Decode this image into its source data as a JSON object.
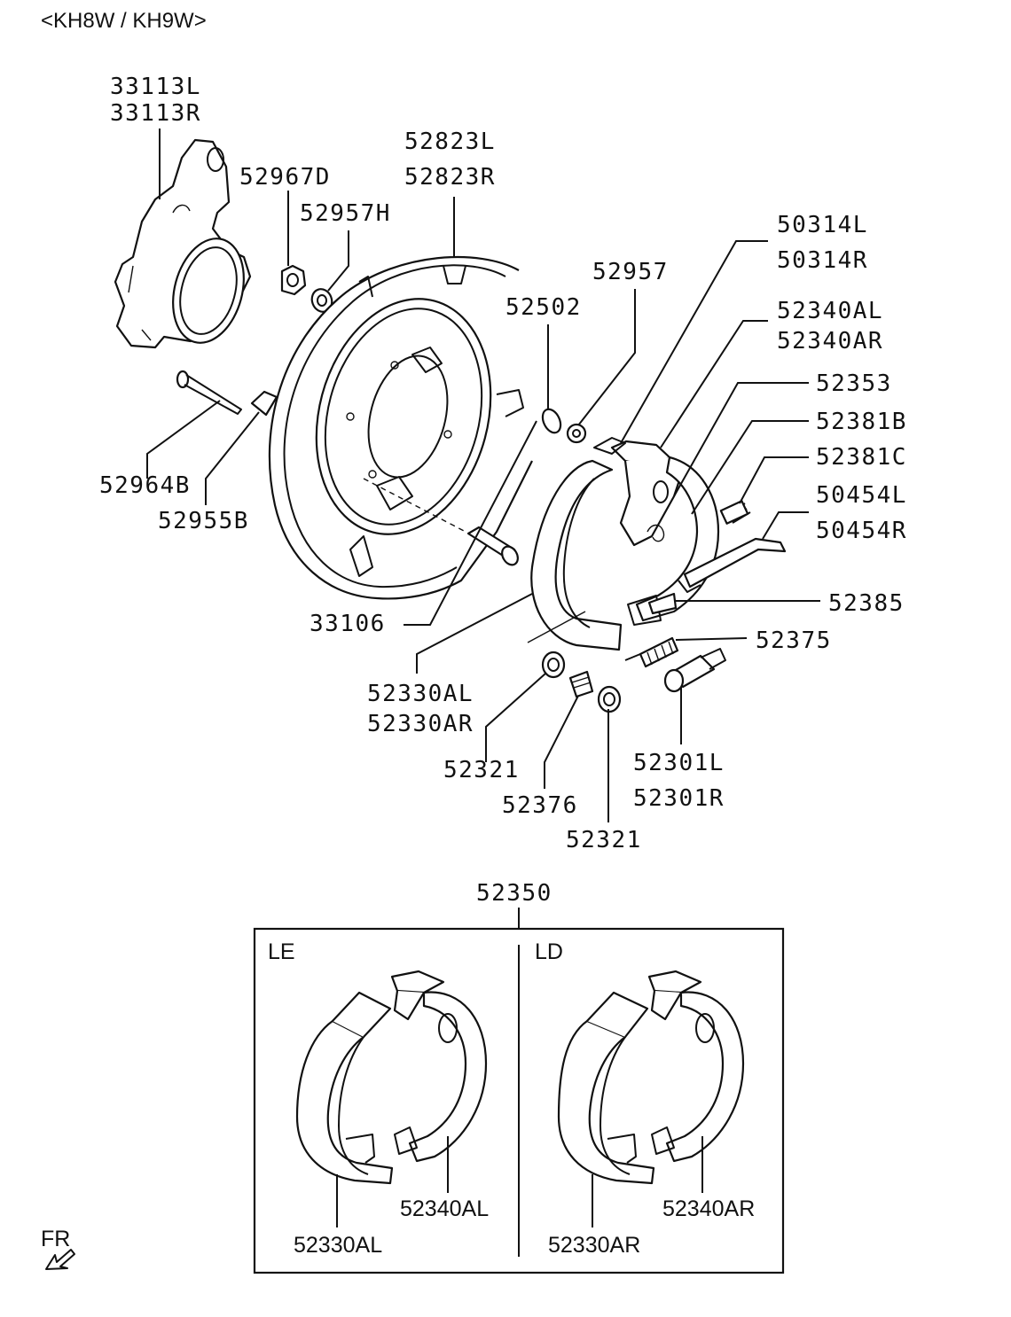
{
  "header": {
    "model_code": "<KH8W / KH9W>"
  },
  "callouts": {
    "knuckle": [
      "33113L",
      "33113R"
    ],
    "nut": "52967D",
    "nut_washer": "52957H",
    "backing_plate": [
      "52823L",
      "52823R"
    ],
    "plug": "52502",
    "retainer": "52957",
    "lever": [
      "50314L",
      "50314R"
    ],
    "shoe_rh": [
      "52340AL",
      "52340AR"
    ],
    "strut": "52353",
    "spring_b": "52381B",
    "spring_c": "52381C",
    "adjuster_link": [
      "50454L",
      "50454R"
    ],
    "spring_52385": "52385",
    "spring_52375": "52375",
    "bolt": "52964B",
    "pin": "52955B",
    "hub_bolt": "33106",
    "shoe_lh": [
      "52330AL",
      "52330AR"
    ],
    "cup_a": "52321",
    "hold_spring": "52376",
    "cup_b": "52321",
    "adjuster": [
      "52301L",
      "52301R"
    ]
  },
  "kit": {
    "number": "52350",
    "left_label": "LE",
    "right_label": "LD",
    "left_parts": [
      "52340AL",
      "52330AL"
    ],
    "right_parts": [
      "52340AR",
      "52330AR"
    ]
  },
  "orientation": {
    "label": "FR"
  }
}
